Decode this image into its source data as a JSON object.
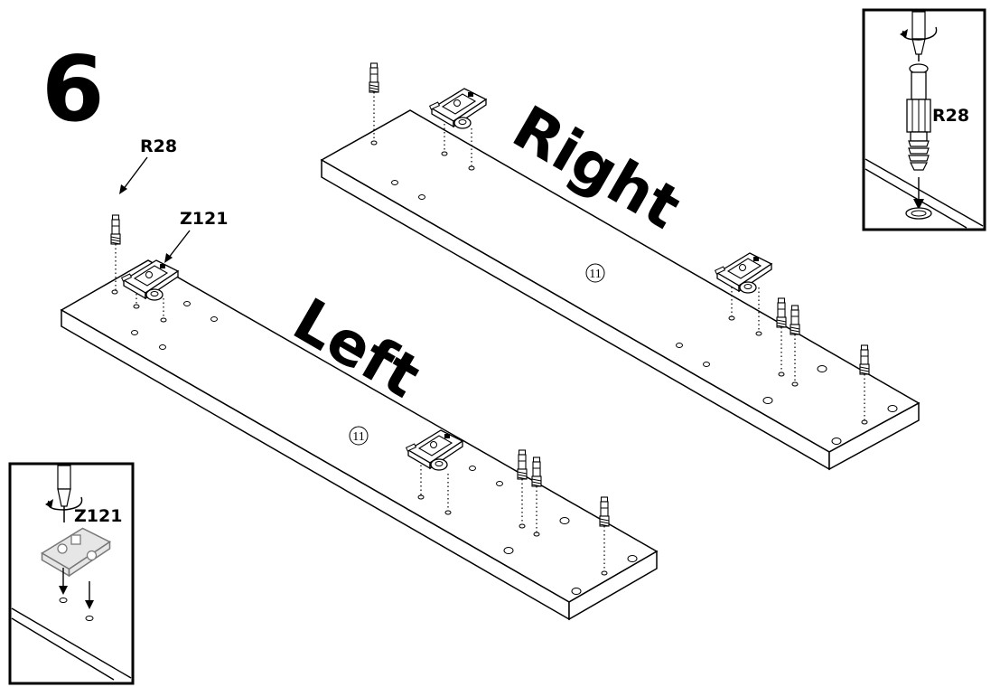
{
  "step": {
    "number": "6"
  },
  "panels": {
    "right": {
      "label": "Right",
      "part_number": "11"
    },
    "left": {
      "label": "Left",
      "part_number": "11"
    }
  },
  "callouts": {
    "r28": "R28",
    "z121": "Z121"
  },
  "insets": {
    "top_right": {
      "label": "R28"
    },
    "bottom_left": {
      "label": "Z121"
    }
  }
}
